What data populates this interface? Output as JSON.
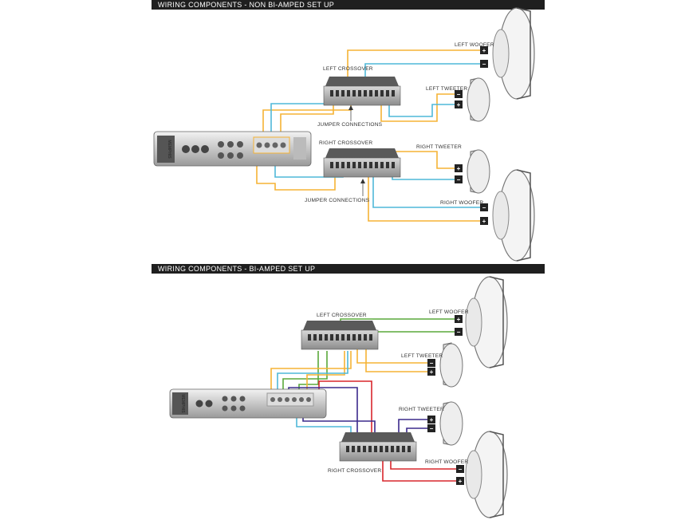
{
  "sections": {
    "top_title": "WIRING COMPONENTS - NON BI-AMPED SET UP",
    "bottom_title": "WIRING COMPONENTS - BI-AMPED SET UP"
  },
  "top_labels": {
    "left_crossover": "LEFT CROSSOVER",
    "right_crossover": "RIGHT CROSSOVER",
    "left_woofer": "LEFT WOOFER",
    "left_tweeter": "LEFT TWEETER",
    "right_tweeter": "RIGHT TWEETER",
    "right_woofer": "RIGHT WOOFER",
    "jumper_1": "JUMPER CONNECTIONS",
    "jumper_2": "JUMPER CONNECTIONS"
  },
  "bottom_labels": {
    "left_crossover": "LEFT CROSSOVER",
    "right_crossover": "RIGHT CROSSOVER",
    "left_woofer": "LEFT WOOFER",
    "left_tweeter": "LEFT TWEETER",
    "right_tweeter": "RIGHT TWEETER",
    "right_woofer": "RIGHT WOOFER"
  },
  "amp_brand": "MEMPHIS",
  "polarity": {
    "plus": "+",
    "minus": "−"
  },
  "wire_colors": {
    "yellow": "#f5b335",
    "blue": "#4fb8d8",
    "green": "#5aa83a",
    "red": "#d9262c",
    "purple": "#3b2a8c"
  }
}
